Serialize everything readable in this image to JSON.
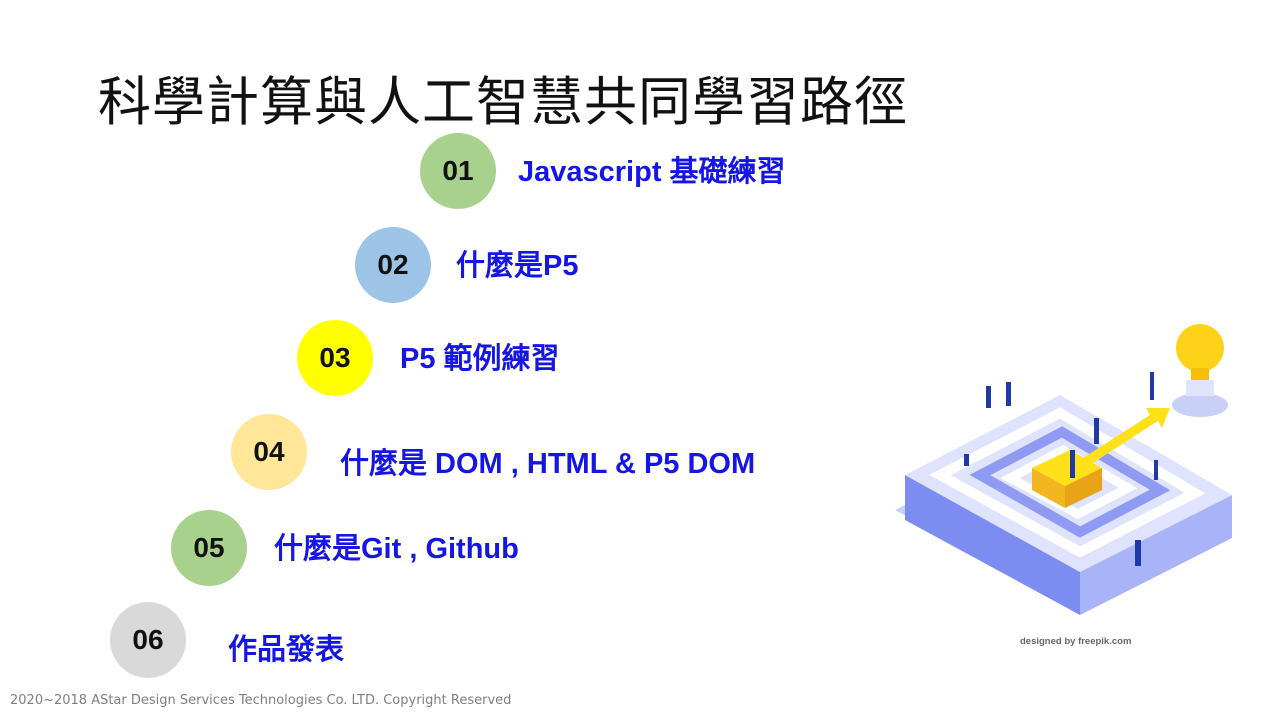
{
  "title": "科學計算與人工智慧共同學習路徑",
  "steps": [
    {
      "number": "01",
      "label": "Javascript 基礎練習",
      "color": "#a9d18e"
    },
    {
      "number": "02",
      "label": "什麼是P5",
      "color": "#9dc3e6"
    },
    {
      "number": "03",
      "label": "P5 範例練習",
      "color": "#ffff00"
    },
    {
      "number": "04",
      "label": "什麼是 DOM , HTML & P5 DOM",
      "color": "#ffe699"
    },
    {
      "number": "05",
      "label": "什麼是Git , Github",
      "color": "#a9d18e"
    },
    {
      "number": "06",
      "label": "作品發表",
      "color": "#d9d9d9"
    }
  ],
  "illustration_credit": "designed by freepik.com",
  "footer": "2020~2018 AStar Design Services Technologies  Co. LTD.  Copyright Reserved"
}
